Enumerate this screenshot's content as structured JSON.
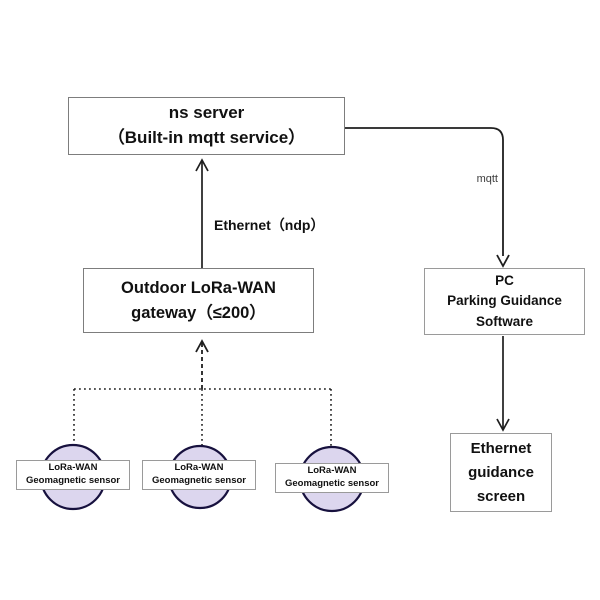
{
  "diagram": {
    "nodes": {
      "ns_server": {
        "line1": "ns server",
        "line2": "（Built-in mqtt service）"
      },
      "gateway": {
        "line1": "Outdoor LoRa-WAN",
        "line2": "gateway（≤200）"
      },
      "pc": {
        "line1": "PC",
        "line2": "Parking Guidance",
        "line3": "Software"
      },
      "guidance_screen": {
        "line1": "Ethernet",
        "line2": "guidance",
        "line3": "screen"
      },
      "sensors": [
        {
          "line1": "LoRa-WAN",
          "line2": "Geomagnetic sensor"
        },
        {
          "line1": "LoRa-WAN",
          "line2": "Geomagnetic sensor"
        },
        {
          "line1": "LoRa-WAN",
          "line2": "Geomagnetic sensor"
        }
      ]
    },
    "edge_labels": {
      "gateway_to_server": "Ethernet（ndp）",
      "server_to_pc": "mqtt"
    },
    "colors": {
      "sensor_circle_fill": "#dcd6ee",
      "sensor_circle_stroke": "#17113e",
      "connector_line": "#1f1f1f",
      "box_border": "#8a8a8a",
      "text": "#111111"
    }
  }
}
